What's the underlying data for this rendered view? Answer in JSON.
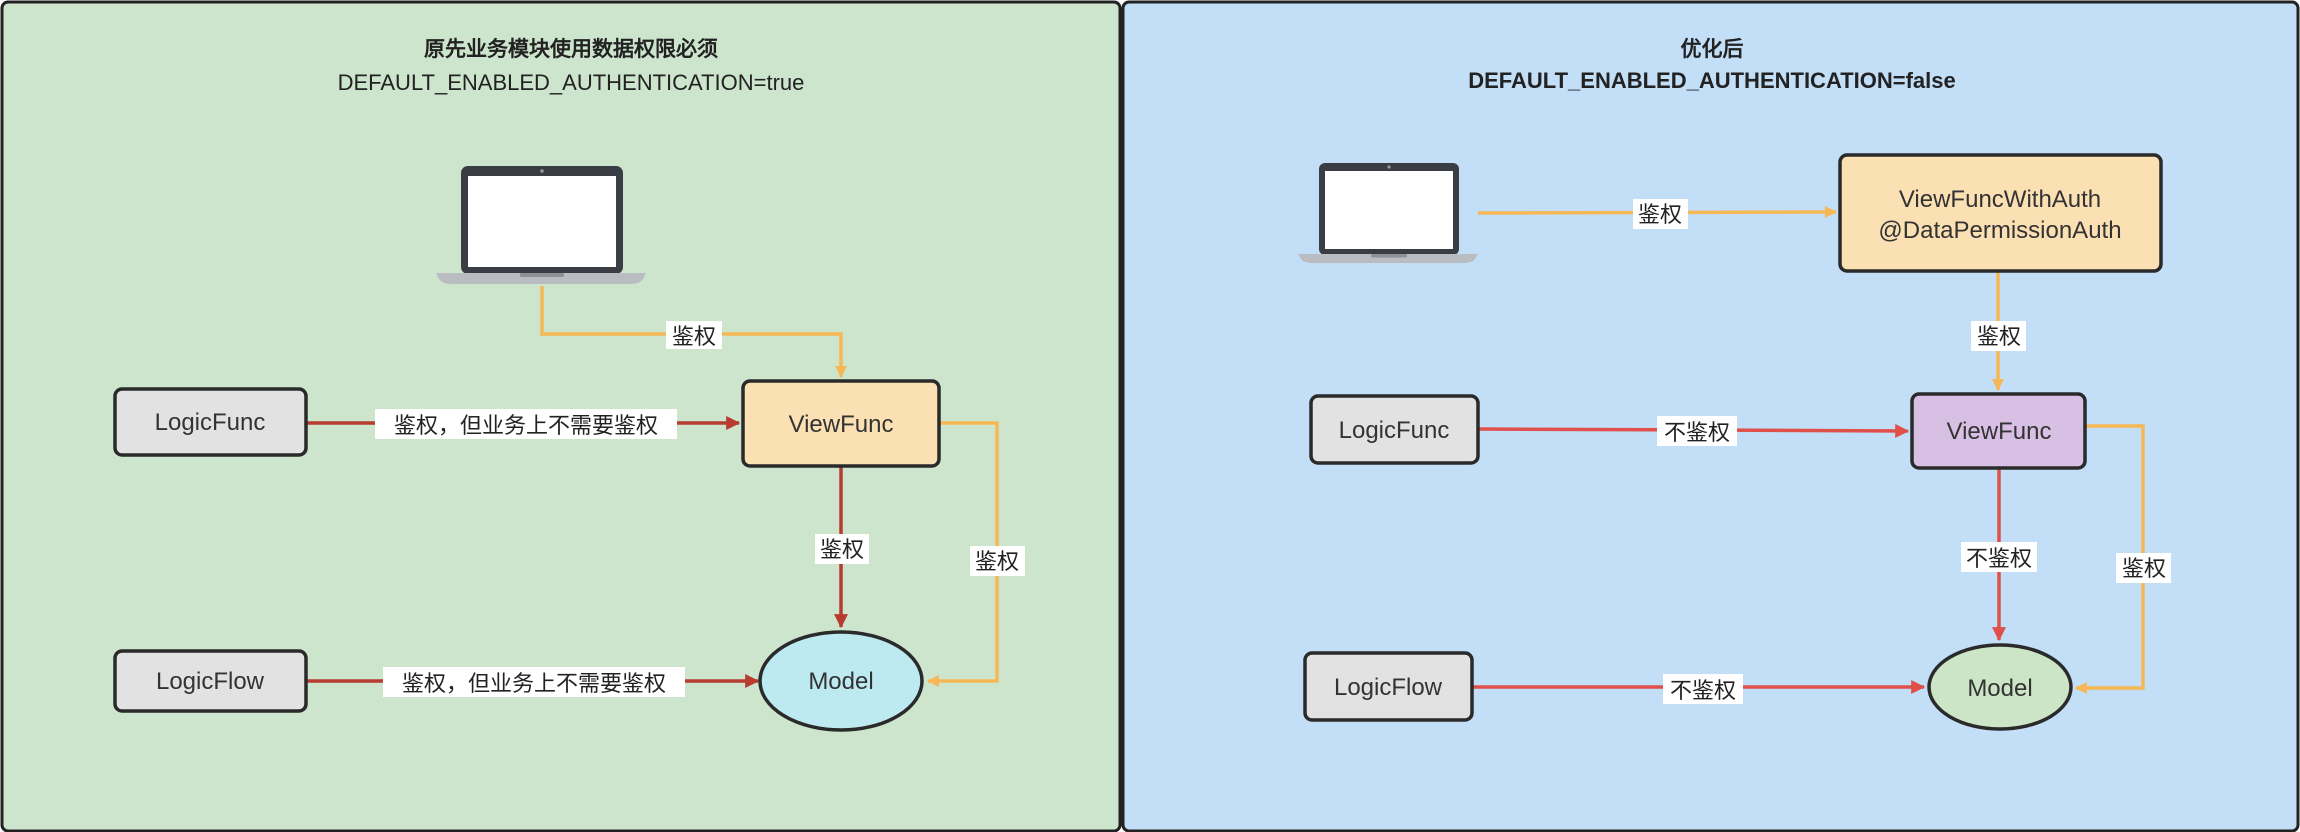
{
  "colors": {
    "left_panel_bg": "#cde5cd",
    "right_panel_bg": "#c3dff7",
    "panel_border": "#222222",
    "box_gray": "#e2e2e2",
    "box_orange": "#fbe0b4",
    "box_purple": "#d8bfe4",
    "ellipse_cyan": "#bde9f0",
    "ellipse_green": "#cbe5c6",
    "arrow_orange": "#f5b855",
    "arrow_red_dark": "#b83b30",
    "arrow_red": "#e0504a"
  },
  "left": {
    "title": "原先业务模块使用数据权限必须",
    "subtitle": "DEFAULT_ENABLED_AUTHENTICATION=true",
    "nodes": {
      "logicfunc": "LogicFunc",
      "viewfunc": "ViewFunc",
      "logicflow": "LogicFlow",
      "model": "Model"
    },
    "edges": {
      "laptop_to_viewfunc": "鉴权",
      "logicfunc_to_viewfunc": "鉴权，但业务上不需要鉴权",
      "viewfunc_to_model": "鉴权",
      "viewfunc_side_to_model": "鉴权",
      "logicflow_to_model": "鉴权，但业务上不需要鉴权"
    }
  },
  "right": {
    "title": "优化后",
    "subtitle": "DEFAULT_ENABLED_AUTHENTICATION=false",
    "nodes": {
      "viewfuncwithauth_line1": "ViewFuncWithAuth",
      "viewfuncwithauth_line2": "@DataPermissionAuth",
      "logicfunc": "LogicFunc",
      "viewfunc": "ViewFunc",
      "logicflow": "LogicFlow",
      "model": "Model"
    },
    "edges": {
      "laptop_to_viewfuncwithauth": "鉴权",
      "viewfuncwithauth_to_viewfunc": "鉴权",
      "logicfunc_to_viewfunc": "不鉴权",
      "viewfunc_to_model": "不鉴权",
      "viewfunc_side_to_model": "鉴权",
      "logicflow_to_model": "不鉴权"
    }
  }
}
